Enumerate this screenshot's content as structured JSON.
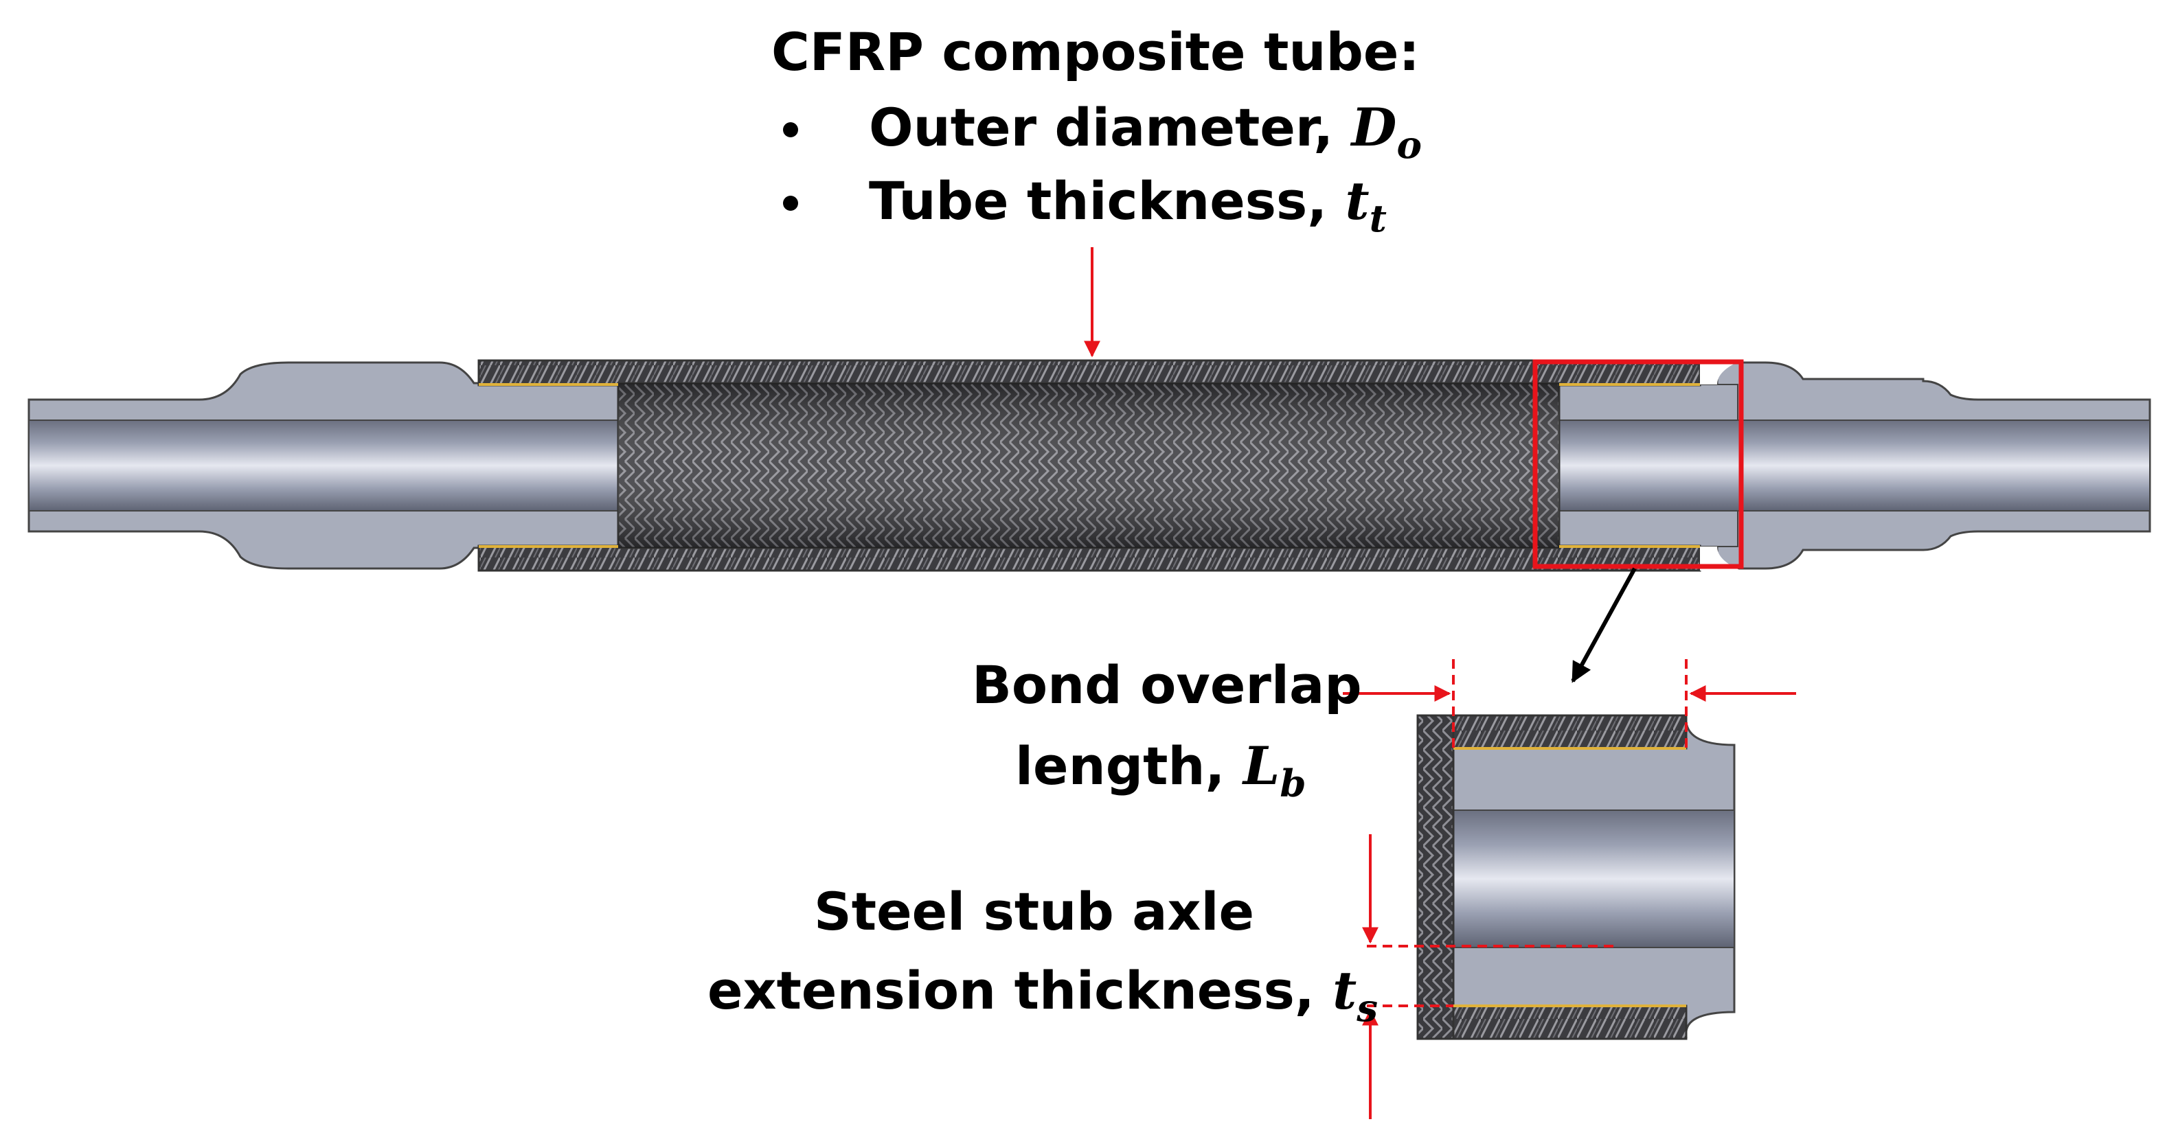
{
  "tube_label": {
    "title": "CFRP composite tube:",
    "items": [
      {
        "text": "Outer diameter, ",
        "symbol": "D",
        "subscript": "o"
      },
      {
        "text": "Tube thickness, ",
        "symbol": "t",
        "subscript": "t"
      }
    ]
  },
  "bond_label": {
    "line1": "Bond overlap",
    "line2": "length, ",
    "symbol": "L",
    "subscript": "b"
  },
  "steel_label": {
    "line1": "Steel stub axle",
    "line2": "extension thickness, ",
    "symbol": "t",
    "subscript": "s"
  },
  "colors": {
    "callout": "#e8141b",
    "steel_light": "#c3c7d4",
    "steel_mid": "#9da2b3",
    "steel_dark": "#646a7a",
    "carbon": "#4a4a4e",
    "adhesive": "#e0b23a"
  }
}
